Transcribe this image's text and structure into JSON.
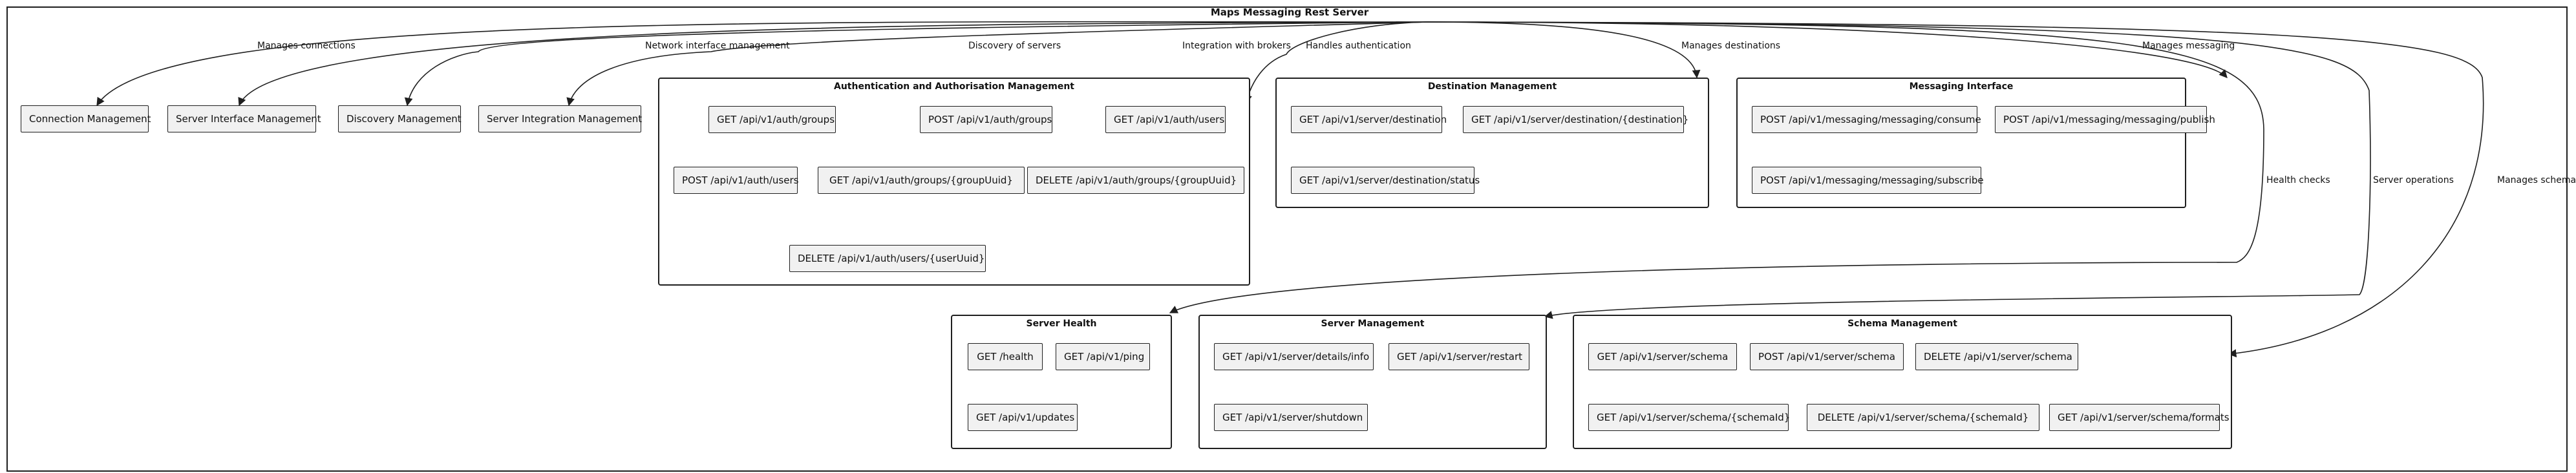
{
  "title": "Maps Messaging Rest Server",
  "standalone": [
    {
      "key": "conn",
      "label": "Connection Management"
    },
    {
      "key": "iface",
      "label": "Server Interface Management"
    },
    {
      "key": "disc",
      "label": "Discovery Management"
    },
    {
      "key": "integ",
      "label": "Server Integration Management"
    }
  ],
  "groups": [
    {
      "key": "auth",
      "title": "Authentication and Authorisation Management",
      "items": [
        "GET /api/v1/auth/groups",
        "POST /api/v1/auth/groups",
        "GET /api/v1/auth/users",
        "POST /api/v1/auth/users",
        "GET /api/v1/auth/groups/{groupUuid}",
        "DELETE /api/v1/auth/groups/{groupUuid}",
        "DELETE /api/v1/auth/users/{userUuid}"
      ]
    },
    {
      "key": "dest",
      "title": "Destination Management",
      "items": [
        "GET /api/v1/server/destination",
        "GET /api/v1/server/destination/{destination}",
        "GET /api/v1/server/destination/status"
      ]
    },
    {
      "key": "msg",
      "title": "Messaging Interface",
      "items": [
        "POST /api/v1/messaging/messaging/consume",
        "POST /api/v1/messaging/messaging/publish",
        "POST /api/v1/messaging/messaging/subscribe"
      ]
    },
    {
      "key": "health",
      "title": "Server Health",
      "items": [
        "GET /health",
        "GET /api/v1/ping",
        "GET /api/v1/updates"
      ]
    },
    {
      "key": "mgmt",
      "title": "Server Management",
      "items": [
        "GET /api/v1/server/details/info",
        "GET /api/v1/server/restart",
        "GET /api/v1/server/shutdown"
      ]
    },
    {
      "key": "schema",
      "title": "Schema Management",
      "items": [
        "GET /api/v1/server/schema",
        "POST /api/v1/server/schema",
        "DELETE /api/v1/server/schema",
        "GET /api/v1/server/schema/{schemaId}",
        "DELETE /api/v1/server/schema/{schemaId}",
        "GET /api/v1/server/schema/formats"
      ]
    }
  ],
  "edges": [
    {
      "target": "conn",
      "label": "Manages connections"
    },
    {
      "target": "iface",
      "label": "Network interface management"
    },
    {
      "target": "disc",
      "label": "Discovery of servers"
    },
    {
      "target": "integ",
      "label": "Integration with brokers"
    },
    {
      "target": "auth",
      "label": "Handles authentication"
    },
    {
      "target": "dest",
      "label": "Manages destinations"
    },
    {
      "target": "msg",
      "label": "Manages messaging"
    },
    {
      "target": "health",
      "label": "Health checks"
    },
    {
      "target": "mgmt",
      "label": "Server operations"
    },
    {
      "target": "schema",
      "label": "Manages schemas"
    }
  ]
}
